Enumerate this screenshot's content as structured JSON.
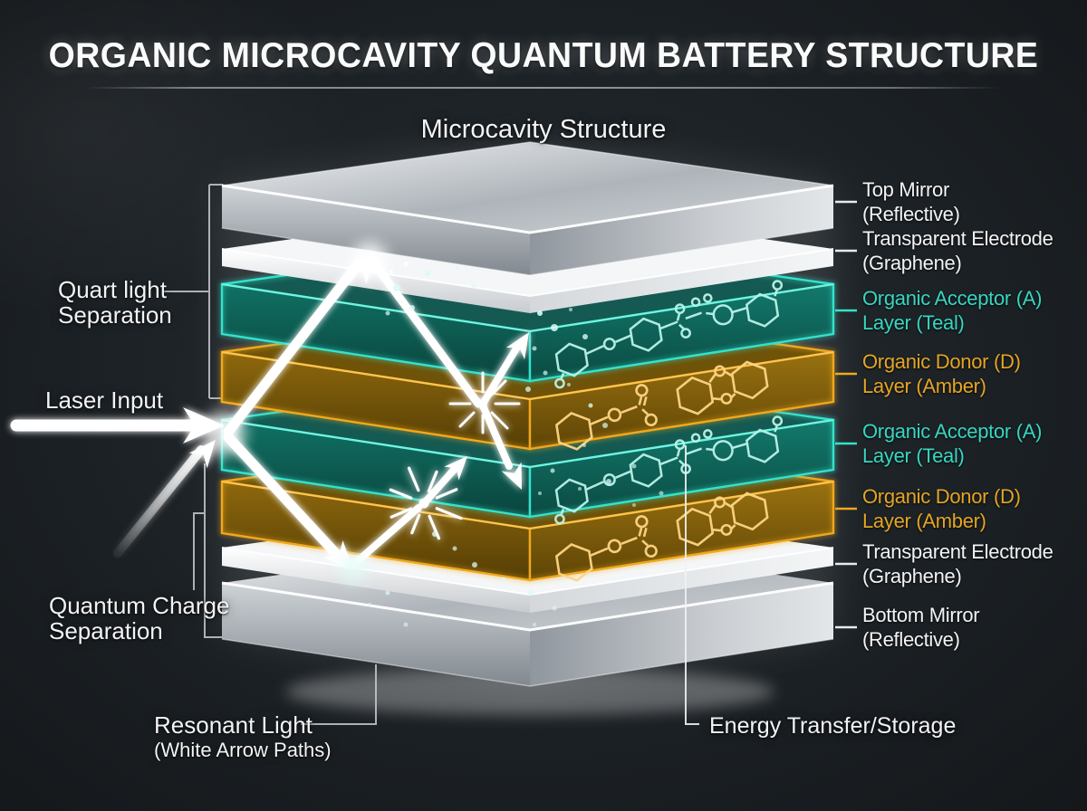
{
  "title": "ORGANIC MICROCAVITY QUANTUM BATTERY STRUCTURE",
  "subtitle": "Microcavity Structure",
  "left_labels": {
    "quart_light": {
      "line1": "Quart light",
      "line2": "Separation"
    },
    "laser_input": "Laser Input",
    "quantum_charge": {
      "line1": "Quantum Charge",
      "line2": "Separation"
    },
    "resonant_light": {
      "line1": "Resonant Light",
      "line2": "(White Arrow Paths)"
    }
  },
  "bottom_labels": {
    "energy": "Energy Transfer/Storage"
  },
  "right_labels": [
    {
      "line1": "Top Mirror",
      "line2": "(Reflective)",
      "color": "white"
    },
    {
      "line1": "Transparent Electrode",
      "line2": "(Graphene)",
      "color": "white"
    },
    {
      "line1": "Organic Acceptor (A)",
      "line2": "Layer (Teal)",
      "color": "teal"
    },
    {
      "line1": "Organic Donor (D)",
      "line2": "Layer (Amber)",
      "color": "amber"
    },
    {
      "line1": "Organic Acceptor (A)",
      "line2": "Layer (Teal)",
      "color": "teal"
    },
    {
      "line1": "Organic Donor (D)",
      "line2": "Layer (Amber)",
      "color": "amber"
    },
    {
      "line1": "Transparent Electrode",
      "line2": "(Graphene)",
      "color": "white"
    },
    {
      "line1": "Bottom Mirror",
      "line2": "(Reflective)",
      "color": "white"
    }
  ],
  "colors": {
    "background": "#1b2024",
    "teal_accent": "#35e2cb",
    "amber_accent": "#f0a81e",
    "teal_label": "#38d6c0",
    "amber_label": "#e4a524",
    "white_text": "#f2f3f4",
    "connector": "#c6cbd0",
    "silver": "#c9ced3"
  }
}
